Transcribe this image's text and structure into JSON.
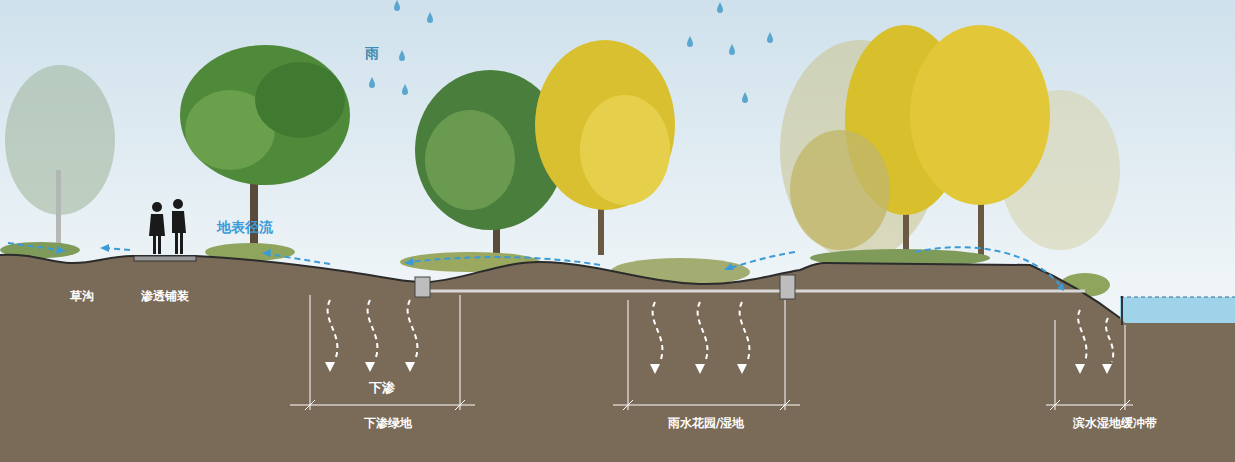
{
  "diagram": {
    "labels": [
      "雨",
      "地表径流",
      "草沟",
      "渗透铺装",
      "下渗",
      "下渗绿地",
      "雨水花园/湿地",
      "滨水湿地缓冲带"
    ]
  }
}
